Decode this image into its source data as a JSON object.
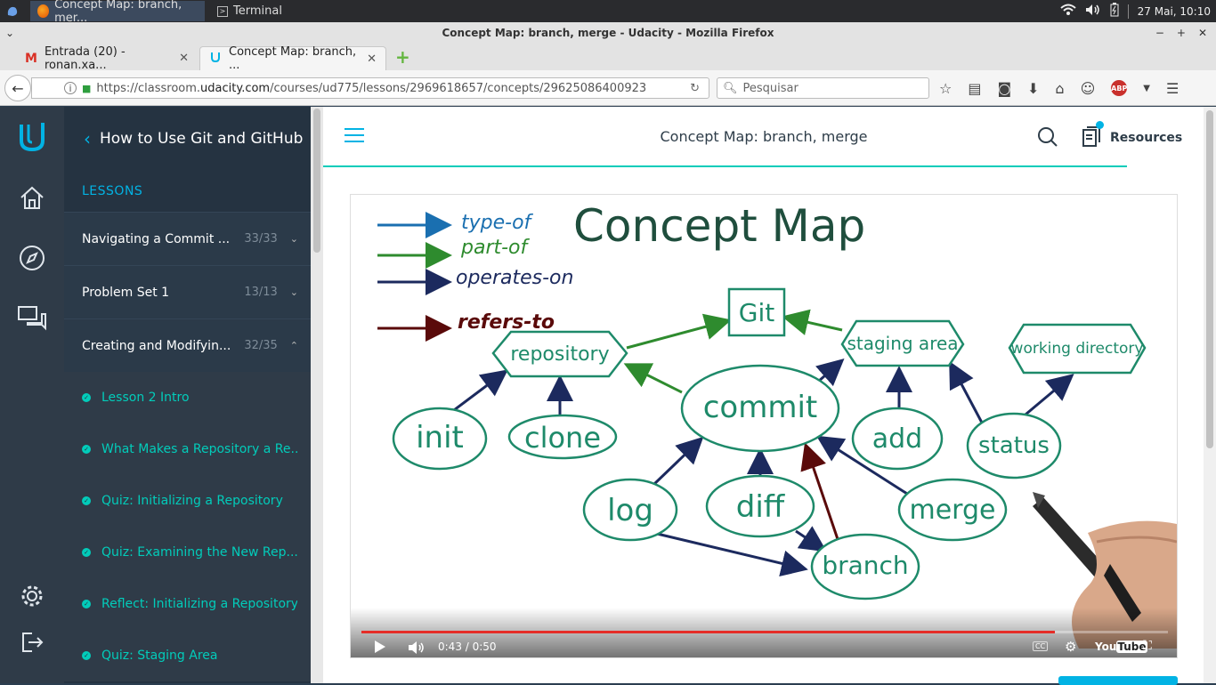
{
  "taskbar": {
    "tasks": [
      {
        "label": "Concept Map: branch, mer...",
        "icon": "firefox-icon",
        "active": true
      },
      {
        "label": "Terminal",
        "icon": "terminal-icon",
        "active": false
      }
    ],
    "clock": "27 Mai, 10:10"
  },
  "window": {
    "title": "Concept Map: branch, merge - Udacity - Mozilla Firefox"
  },
  "browser": {
    "tabs": [
      {
        "label": "Entrada (20) - ronan.xa...",
        "icon": "gmail-icon"
      },
      {
        "label": "Concept Map: branch, ...",
        "icon": "udacity-icon"
      }
    ],
    "url_prefix": "https://classroom.",
    "url_domain": "udacity.com",
    "url_path": "/courses/ud775/lessons/2969618657/concepts/29625086400923",
    "search_placeholder": "Pesquisar"
  },
  "sidebar": {
    "course_title": "How to Use Git and GitHub",
    "lessons_label": "LESSONS",
    "lessons": [
      {
        "name": "Navigating a Commit ...",
        "count": "33/33",
        "expanded": false
      },
      {
        "name": "Problem Set 1",
        "count": "13/13",
        "expanded": false
      },
      {
        "name": "Creating and Modifyin...",
        "count": "32/35",
        "expanded": true
      }
    ],
    "concepts": [
      "Lesson 2 Intro",
      "What Makes a Repository a Re...",
      "Quiz: Initializing a Repository",
      "Quiz: Examining the New Rep...",
      "Reflect: Initializing a Repository",
      "Quiz: Staging Area"
    ]
  },
  "main": {
    "page_title": "Concept Map: branch, merge",
    "resources_label": "Resources"
  },
  "video": {
    "time": "0:43 / 0:50",
    "progress": 0.86,
    "board": {
      "title": "Concept Map",
      "legend": [
        "type-of",
        "part-of",
        "operates-on",
        "refers-to"
      ],
      "nodes": [
        "Git",
        "repository",
        "staging area",
        "working directory",
        "commit",
        "init",
        "clone",
        "add",
        "status",
        "log",
        "diff",
        "merge",
        "branch"
      ]
    }
  },
  "colors": {
    "udacity_blue": "#02b3e4",
    "udacity_teal": "#02ccba",
    "board_green": "#1e8a6a",
    "type_of_blue": "#1a6fb0",
    "part_of_green": "#2e8b2e",
    "operates_on_navy": "#1c2a5e",
    "refers_to_maroon": "#5a0a0a"
  }
}
